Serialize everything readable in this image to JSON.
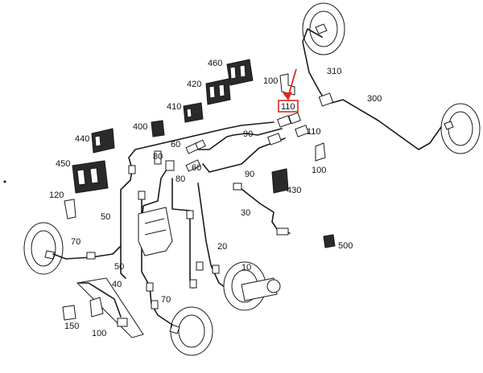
{
  "highlight": {
    "label": "110",
    "color": "#e0281e"
  },
  "callouts": [
    {
      "id": "c460",
      "text": "460"
    },
    {
      "id": "c420",
      "text": "420"
    },
    {
      "id": "c410",
      "text": "410"
    },
    {
      "id": "c400",
      "text": "400"
    },
    {
      "id": "c440",
      "text": "440"
    },
    {
      "id": "c450",
      "text": "450"
    },
    {
      "id": "c120",
      "text": "120"
    },
    {
      "id": "c50a",
      "text": "50"
    },
    {
      "id": "c70a",
      "text": "70"
    },
    {
      "id": "c60a",
      "text": "60"
    },
    {
      "id": "c80a",
      "text": "80"
    },
    {
      "id": "c60b",
      "text": "60"
    },
    {
      "id": "c80b",
      "text": "80"
    },
    {
      "id": "c90a",
      "text": "90"
    },
    {
      "id": "c90b",
      "text": "90"
    },
    {
      "id": "c100a",
      "text": "100"
    },
    {
      "id": "c110a",
      "text": "110"
    },
    {
      "id": "c110b",
      "text": "110"
    },
    {
      "id": "c310",
      "text": "310"
    },
    {
      "id": "c300",
      "text": "300"
    },
    {
      "id": "c100b",
      "text": "100"
    },
    {
      "id": "c430",
      "text": "430"
    },
    {
      "id": "c30",
      "text": "30"
    },
    {
      "id": "c20",
      "text": "20"
    },
    {
      "id": "c10",
      "text": "10"
    },
    {
      "id": "c500",
      "text": "500"
    },
    {
      "id": "c50b",
      "text": "50"
    },
    {
      "id": "c40",
      "text": "40"
    },
    {
      "id": "c70b",
      "text": "70"
    },
    {
      "id": "c150",
      "text": "150"
    },
    {
      "id": "c100c",
      "text": "100"
    }
  ]
}
